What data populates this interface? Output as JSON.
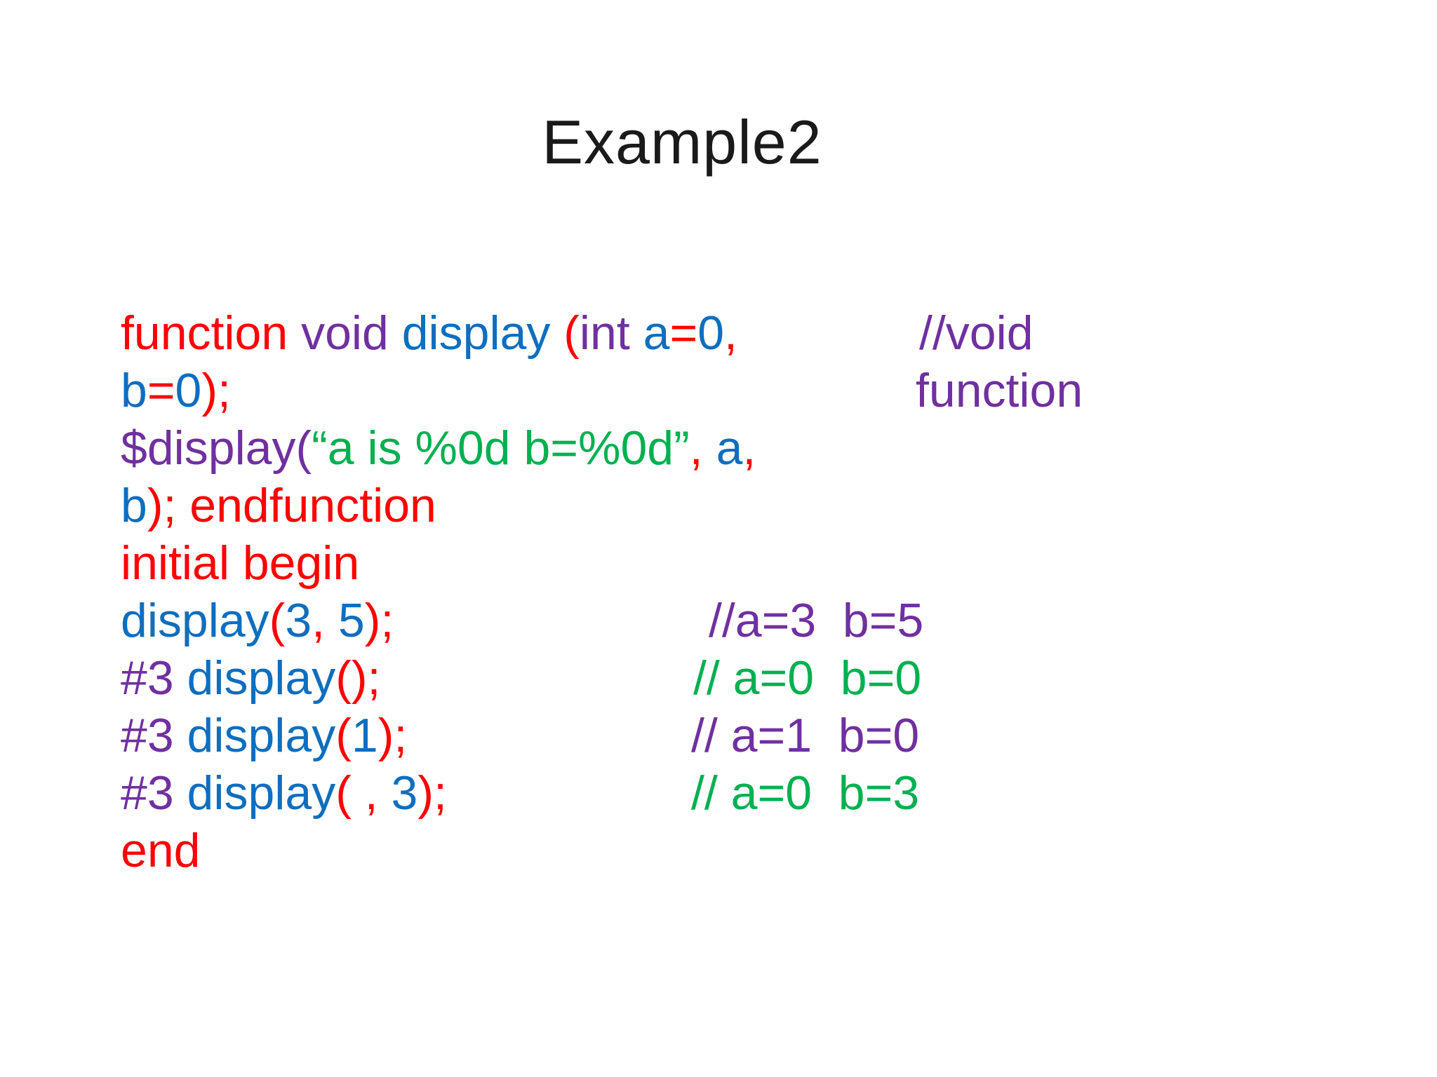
{
  "slide": {
    "title": "Example2"
  },
  "palette": {
    "background": "#ffffff",
    "title": "#1a1a1a",
    "red": "#ff0000",
    "blue": "#0f6ebe",
    "purple": "#7030a0",
    "green": "#00b050"
  },
  "code": {
    "lines": [
      {
        "code": [
          {
            "t": "function ",
            "c": "red"
          },
          {
            "t": "void ",
            "c": "purple"
          },
          {
            "t": "display ",
            "c": "blue"
          },
          {
            "t": "(",
            "c": "red"
          },
          {
            "t": "int ",
            "c": "purple"
          },
          {
            "t": "a",
            "c": "blue"
          },
          {
            "t": "=",
            "c": "red"
          },
          {
            "t": "0",
            "c": "blue"
          },
          {
            "t": ",",
            "c": "red"
          }
        ],
        "comment": {
          "tokens": [
            {
              "t": "//void",
              "c": "purple"
            }
          ]
        }
      },
      {
        "code": [
          {
            "t": "b",
            "c": "blue"
          },
          {
            "t": "=",
            "c": "red"
          },
          {
            "t": "0",
            "c": "blue"
          },
          {
            "t": ");",
            "c": "red"
          }
        ],
        "comment": {
          "tokens": [
            {
              "t": "function",
              "c": "purple"
            }
          ]
        }
      },
      {
        "code": [
          {
            "t": "$display(",
            "c": "purple"
          },
          {
            "t": "“a is %0d b=%0d”",
            "c": "green"
          },
          {
            "t": ", ",
            "c": "red"
          },
          {
            "t": "a",
            "c": "blue"
          },
          {
            "t": ",",
            "c": "red"
          }
        ]
      },
      {
        "code": [
          {
            "t": "b",
            "c": "blue"
          },
          {
            "t": "); endfunction",
            "c": "red"
          }
        ]
      },
      {
        "code": [
          {
            "t": "initial begin",
            "c": "red"
          }
        ]
      },
      {
        "code": [
          {
            "t": "display",
            "c": "blue"
          },
          {
            "t": "(",
            "c": "red"
          },
          {
            "t": "3",
            "c": "blue"
          },
          {
            "t": ", ",
            "c": "red"
          },
          {
            "t": "5",
            "c": "blue"
          },
          {
            "t": ");",
            "c": "red"
          }
        ],
        "comment": {
          "tokens": [
            {
              "t": "//a=3  b=5",
              "c": "purple"
            }
          ]
        }
      },
      {
        "code": [
          {
            "t": "#3 ",
            "c": "purple"
          },
          {
            "t": "display",
            "c": "blue"
          },
          {
            "t": "();",
            "c": "red"
          }
        ],
        "comment": {
          "tokens": [
            {
              "t": "// a=0  b=0",
              "c": "green"
            }
          ]
        }
      },
      {
        "code": [
          {
            "t": "#3 ",
            "c": "purple"
          },
          {
            "t": "display",
            "c": "blue"
          },
          {
            "t": "(",
            "c": "red"
          },
          {
            "t": "1",
            "c": "blue"
          },
          {
            "t": ");",
            "c": "red"
          }
        ],
        "comment": {
          "tokens": [
            {
              "t": "// a=1  b=0",
              "c": "purple"
            }
          ]
        }
      },
      {
        "code": [
          {
            "t": "#3 ",
            "c": "purple"
          },
          {
            "t": "display",
            "c": "blue"
          },
          {
            "t": "( , ",
            "c": "red"
          },
          {
            "t": "3",
            "c": "blue"
          },
          {
            "t": ");",
            "c": "red"
          }
        ],
        "comment": {
          "tokens": [
            {
              "t": "// a=0  b=3",
              "c": "green"
            }
          ]
        }
      },
      {
        "code": [
          {
            "t": "end",
            "c": "red"
          }
        ]
      }
    ]
  }
}
